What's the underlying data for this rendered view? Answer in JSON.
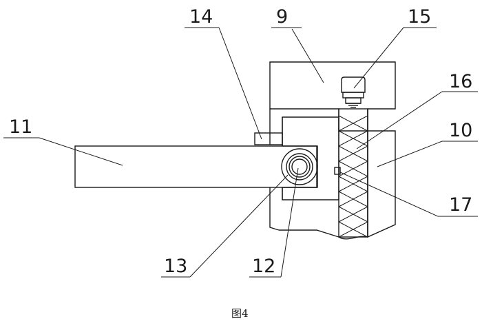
{
  "figure": {
    "caption": "图4",
    "labels": {
      "l9": "9",
      "l10": "10",
      "l11": "11",
      "l12": "12",
      "l13": "13",
      "l14": "14",
      "l15": "15",
      "l16": "16",
      "l17": "17"
    }
  }
}
